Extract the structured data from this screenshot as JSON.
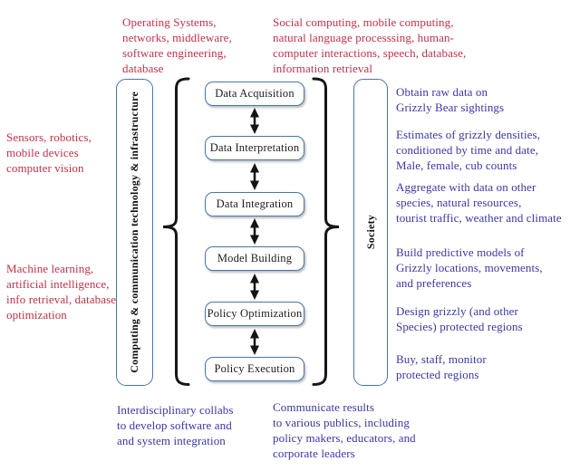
{
  "colors": {
    "annotation_red": "#c53048",
    "annotation_blue": "#3b35ad",
    "box_border_blue": "#4576b2",
    "line_black": "#161616",
    "background": "#ffffff"
  },
  "annotations": {
    "top_left": "Operating Systems,\nnetworks, middleware,\nsoftware engineering,\ndatabase",
    "top_center": "Social computing, mobile computing,\nnatural language processsing, human-\ncomputer interactions, speech, database,\ninformation retrieval",
    "left_upper": "Sensors, robotics,\nmobile devices\ncomputer vision",
    "left_lower": "Machine learning,\nartificial intelligence,\ninfo retrieval, database\noptimization",
    "bottom_left": "Interdisciplinary collabs\nto develop software and\nand system integration",
    "bottom_right": "Communicate results\nto various publics, including\npolicy makers, educators, and\ncorporate leaders"
  },
  "pillars": {
    "left": "Computing & communication technology & infrastructure",
    "right": "Society"
  },
  "pipeline": [
    {
      "label": "Data Acquisition",
      "note": "Obtain raw data on\nGrizzly Bear sightings"
    },
    {
      "label": "Data Interpretation",
      "note": "Estimates of grizzly densities,\nconditioned by time and date,\nMale, female, cub counts"
    },
    {
      "label": "Data Integration",
      "note": "Aggregate with data on other\nspecies, natural resources,\ntourist traffic, weather and climate"
    },
    {
      "label": "Model Building",
      "note": "Build predictive models of\nGrizzly locations, movements,\nand preferences"
    },
    {
      "label": "Policy Optimization",
      "note": "Design grizzly (and other\nSpecies) protected regions"
    },
    {
      "label": "Policy Execution",
      "note": "Buy, staff, monitor\nprotected regions"
    }
  ]
}
